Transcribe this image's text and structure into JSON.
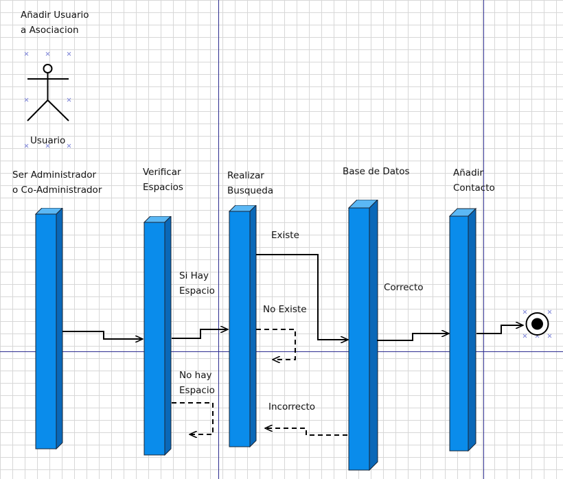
{
  "diagram": {
    "title": [
      "Añadir Usuario",
      "a Asociacion"
    ],
    "actor": {
      "label": "Usuario",
      "icon": "stick-figure-actor-icon"
    },
    "lifelines": [
      {
        "id": "admin",
        "label": [
          "Ser Administrador",
          "o Co-Administrador"
        ]
      },
      {
        "id": "verify",
        "label": [
          "Verificar",
          "Espacios"
        ]
      },
      {
        "id": "search",
        "label": [
          "Realizar",
          "Busqueda"
        ]
      },
      {
        "id": "db",
        "label": [
          "Base de Datos"
        ]
      },
      {
        "id": "add",
        "label": [
          "Añadir",
          "Contacto"
        ]
      }
    ],
    "messages": [
      {
        "id": "si-hay-espacio",
        "label": [
          "Si Hay",
          "Espacio"
        ],
        "style": "solid"
      },
      {
        "id": "no-hay-espacio",
        "label": [
          "No hay",
          "Espacio"
        ],
        "style": "dashed"
      },
      {
        "id": "existe",
        "label": [
          "Existe"
        ],
        "style": "solid"
      },
      {
        "id": "no-existe",
        "label": [
          "No Existe"
        ],
        "style": "dashed"
      },
      {
        "id": "incorrecto",
        "label": [
          "Incorrecto"
        ],
        "style": "dashed"
      },
      {
        "id": "correcto",
        "label": [
          "Correcto"
        ],
        "style": "solid"
      }
    ],
    "final_state_icon": "final-state-bullseye-icon",
    "colors": {
      "bar_front": "#0A8CEB",
      "bar_side": "#0A68B8",
      "bar_top": "#5BB8F5",
      "bar_stroke": "#1a2433",
      "guide_line": "#2b2b8f",
      "arrow": "#000000"
    }
  }
}
